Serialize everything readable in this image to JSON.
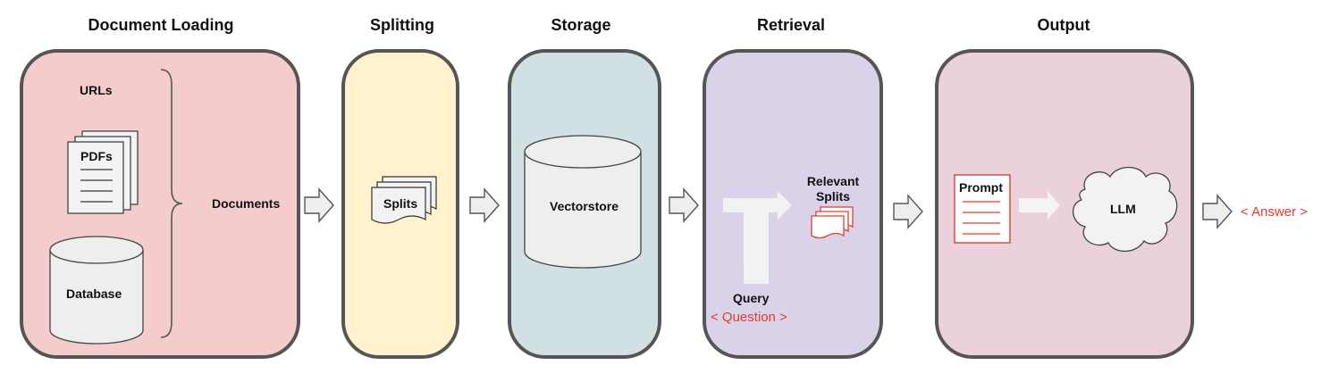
{
  "stages": {
    "loading": {
      "title": "Document Loading",
      "color": "#f4cccc"
    },
    "splitting": {
      "title": "Splitting",
      "color": "#fff2cc"
    },
    "storage": {
      "title": "Storage",
      "color": "#d0e0e3"
    },
    "retrieval": {
      "title": "Retrieval",
      "color": "#d9d2e9"
    },
    "output": {
      "title": "Output",
      "color": "#ead1dc"
    }
  },
  "labels": {
    "urls": "URLs",
    "pdfs": "PDFs",
    "database": "Database",
    "documents": "Documents",
    "splits": "Splits",
    "vectorstore": "Vectorstore",
    "relevant": "Relevant",
    "relevant_splits": "Splits",
    "query": "Query",
    "question": "< Question >",
    "prompt": "Prompt",
    "llm": "LLM",
    "answer": "< Answer >"
  },
  "colors": {
    "border": "#555555",
    "accent_red": "#e63b2e",
    "arrow_fill": "#eeeeee"
  }
}
